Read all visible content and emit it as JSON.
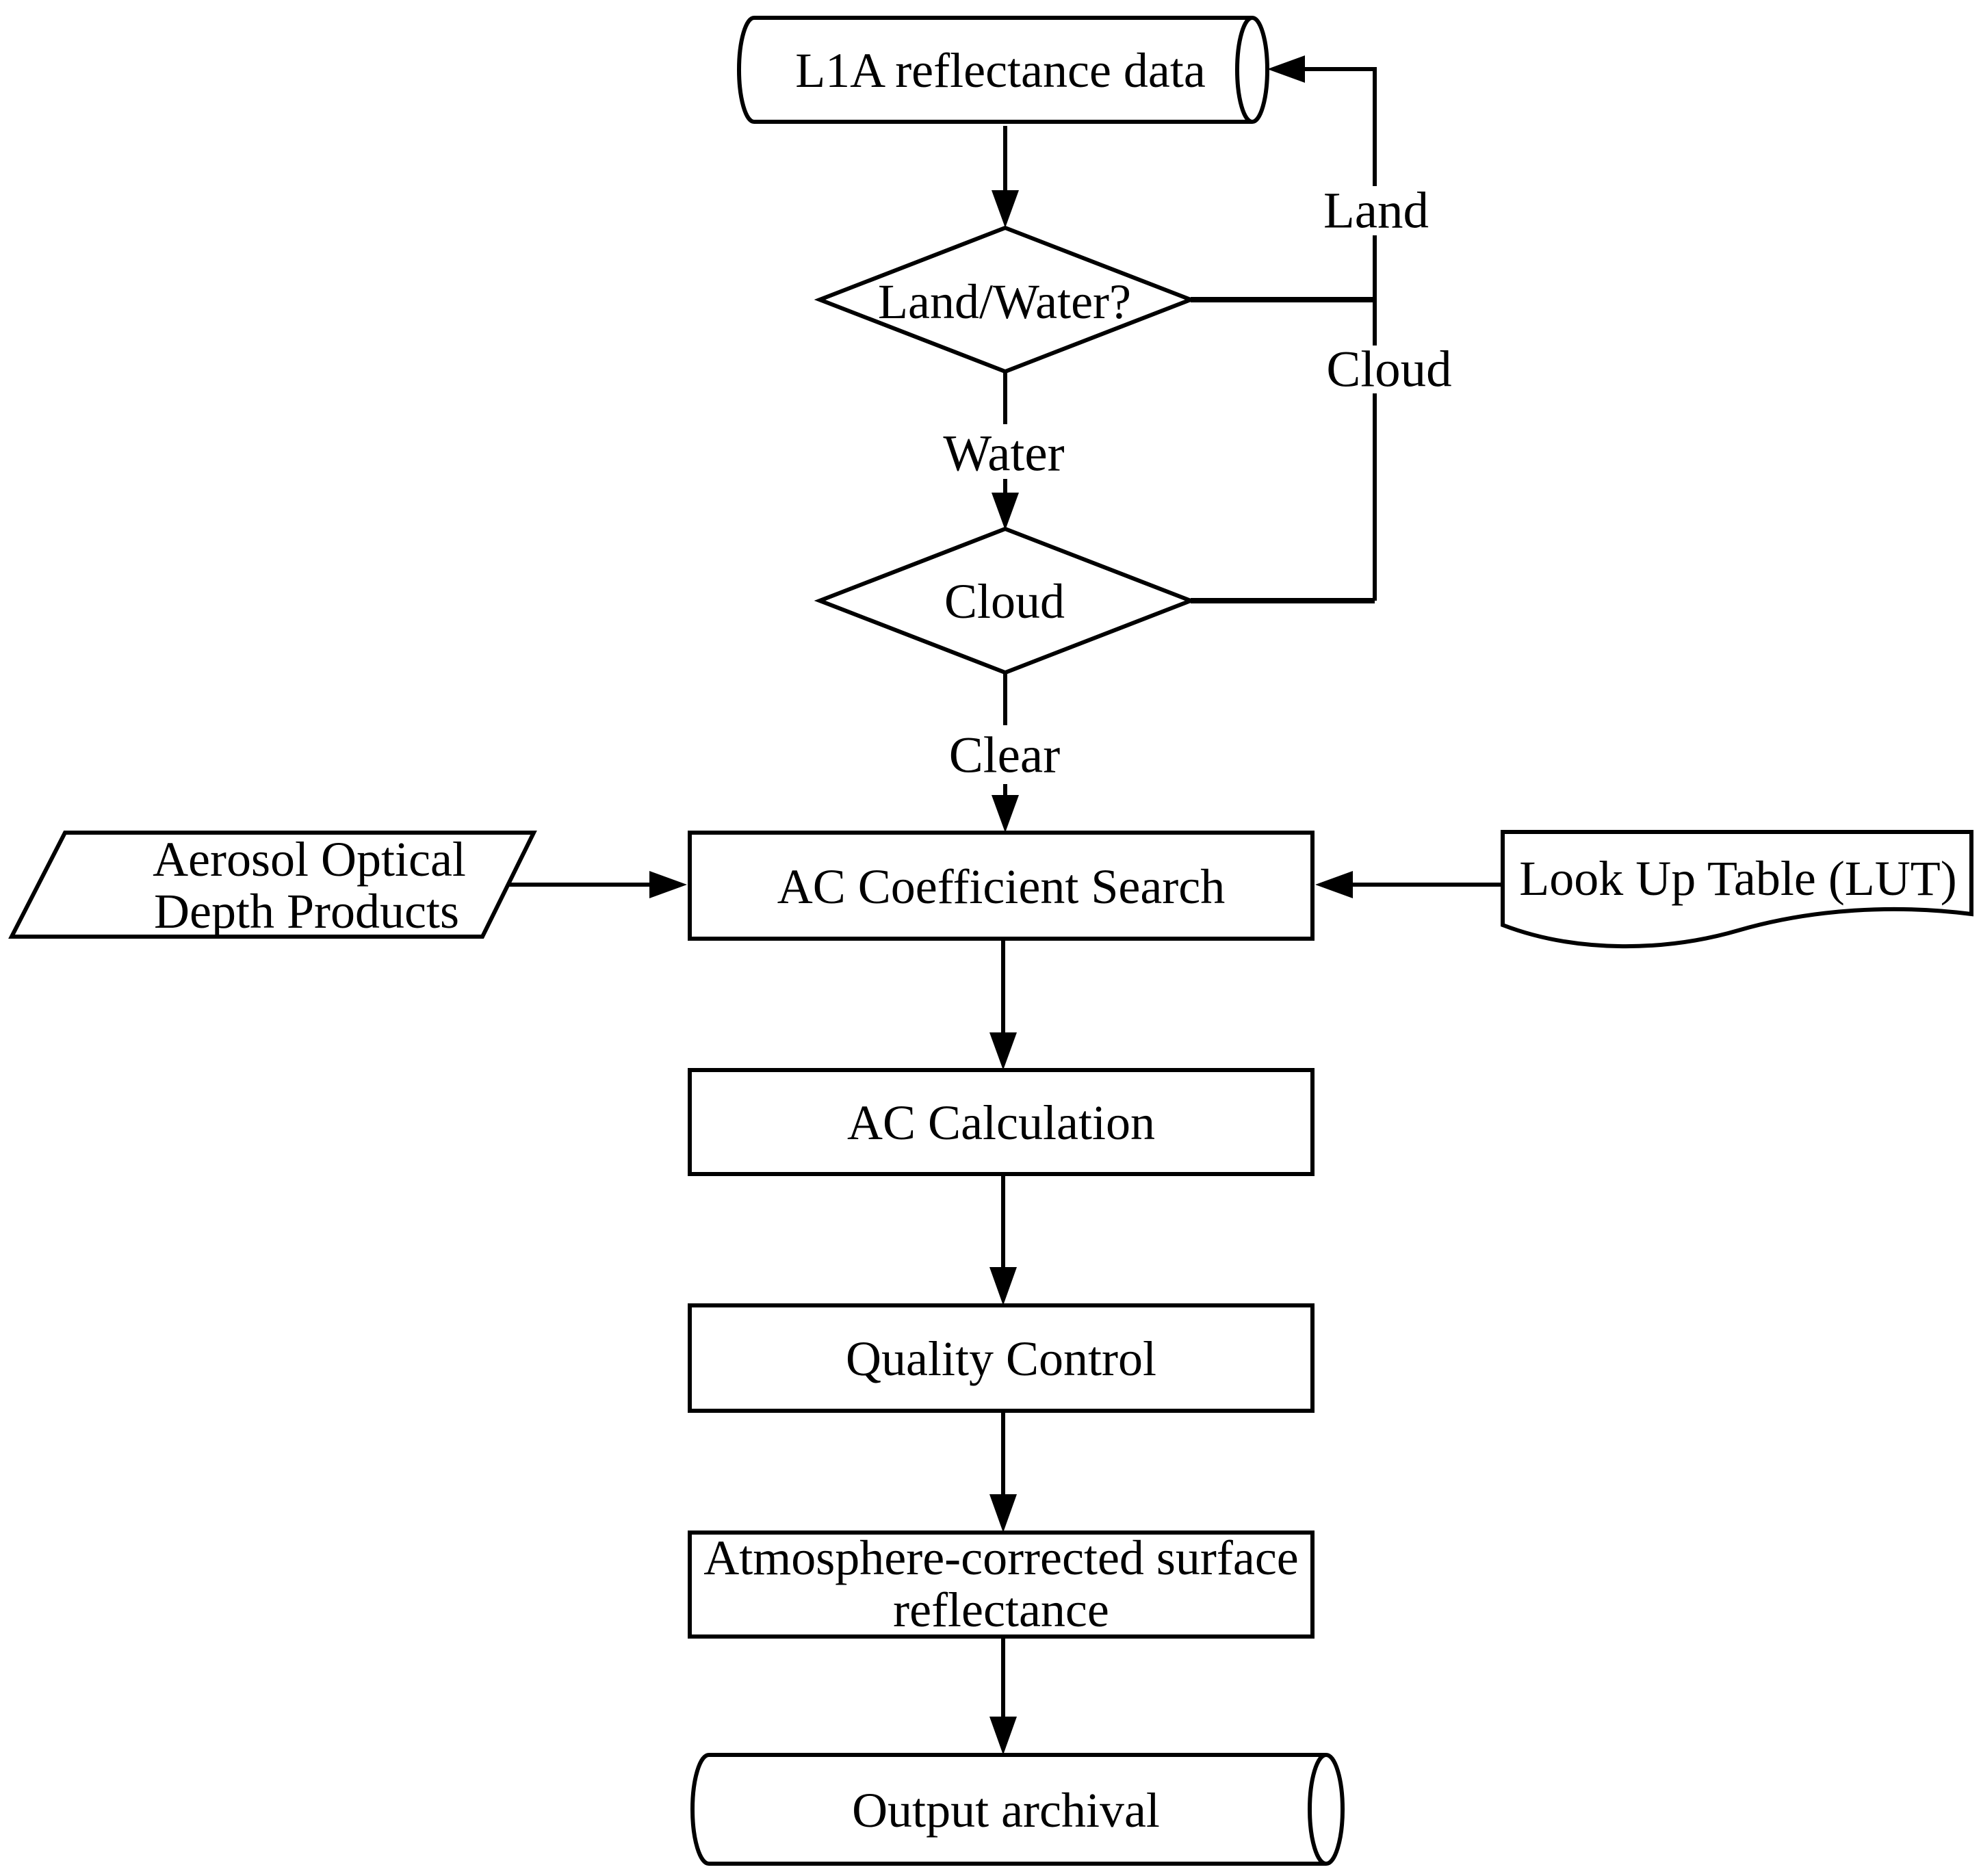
{
  "diagram": {
    "colors": {
      "line": "#000000",
      "background": "#ffffff",
      "shape_fill": "#ffffff"
    },
    "nodes": {
      "l1a_reflectance": {
        "shape": "cylinder",
        "label": "L1A reflectance data"
      },
      "land_water_decision": {
        "shape": "diamond",
        "label": "Land/Water?"
      },
      "cloud_decision": {
        "shape": "diamond",
        "label": "Cloud"
      },
      "aerosol_products": {
        "shape": "parallelogram",
        "label_lines": [
          "Aerosol Optical",
          "Depth Products"
        ]
      },
      "ac_coefficient_search": {
        "shape": "rectangle",
        "label": "AC Coefficient Search"
      },
      "lookup_table": {
        "shape": "document",
        "label": "Look Up Table (LUT)"
      },
      "ac_calculation": {
        "shape": "rectangle",
        "label": "AC Calculation"
      },
      "quality_control": {
        "shape": "rectangle",
        "label": "Quality Control"
      },
      "corrected_reflectance": {
        "shape": "rectangle",
        "label_lines": [
          "Atmosphere-corrected surface",
          "reflectance"
        ]
      },
      "output_archival": {
        "shape": "cylinder",
        "label": "Output archival"
      }
    },
    "edge_labels": {
      "land": "Land",
      "cloud": "Cloud",
      "water": "Water",
      "clear": "Clear"
    }
  }
}
